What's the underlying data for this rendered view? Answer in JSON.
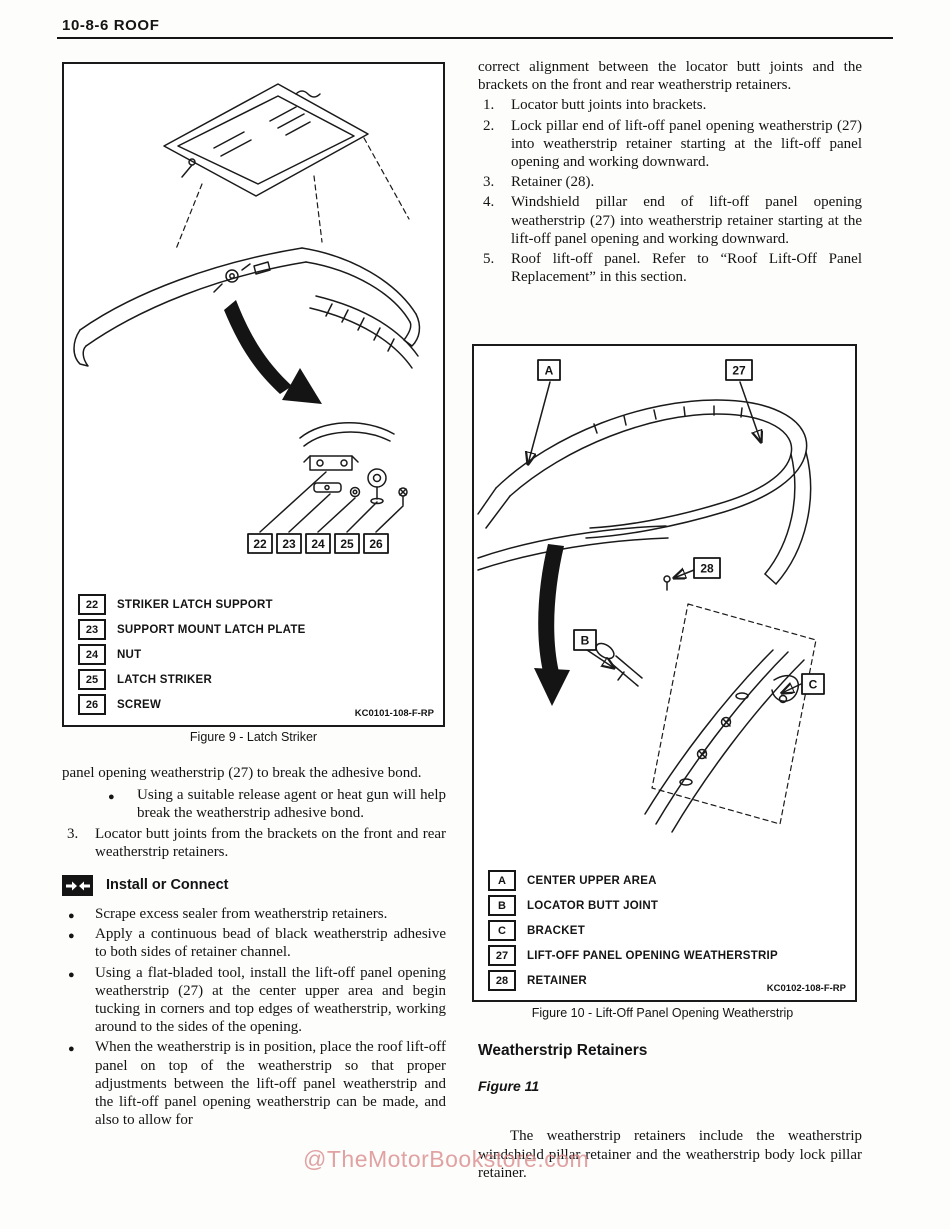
{
  "page": {
    "header": "10-8-6  ROOF",
    "watermark": "@TheMotorBookstore.com"
  },
  "markers": {
    "bullet": "●"
  },
  "figure9": {
    "callouts": [
      "22",
      "23",
      "24",
      "25",
      "26"
    ],
    "legend": [
      {
        "num": "22",
        "label": "STRIKER LATCH SUPPORT"
      },
      {
        "num": "23",
        "label": "SUPPORT MOUNT LATCH PLATE"
      },
      {
        "num": "24",
        "label": "NUT"
      },
      {
        "num": "25",
        "label": "LATCH STRIKER"
      },
      {
        "num": "26",
        "label": "SCREW"
      }
    ],
    "code": "KC0101-108-F-RP",
    "caption": "Figure 9 - Latch Striker"
  },
  "figure10": {
    "callouts": [
      "A",
      "27",
      "28",
      "B",
      "C"
    ],
    "legend": [
      {
        "num": "A",
        "label": "CENTER UPPER AREA"
      },
      {
        "num": "B",
        "label": "LOCATOR BUTT JOINT"
      },
      {
        "num": "C",
        "label": "BRACKET"
      },
      {
        "num": "27",
        "label": "LIFT-OFF PANEL OPENING WEATHERSTRIP"
      },
      {
        "num": "28",
        "label": "RETAINER"
      }
    ],
    "code": "KC0102-108-F-RP",
    "caption": "Figure 10 - Lift-Off Panel Opening Weatherstrip"
  },
  "right_column": {
    "intro": "correct alignment between the locator butt joints and the brackets on the front and rear weatherstrip retainers.",
    "numbered": [
      {
        "num": "1.",
        "text": "Locator butt joints into brackets."
      },
      {
        "num": "2.",
        "text": "Lock pillar end of lift-off panel opening weatherstrip (27) into weatherstrip retainer starting at the lift-off panel opening and working downward."
      },
      {
        "num": "3.",
        "text": "Retainer (28)."
      },
      {
        "num": "4.",
        "text": "Windshield pillar end of lift-off panel opening weatherstrip (27) into weatherstrip retainer starting at the lift-off panel opening and working downward."
      },
      {
        "num": "5.",
        "text": "Roof lift-off panel. Refer to “Roof Lift-Off Panel Replacement” in this section."
      }
    ]
  },
  "left_column": {
    "para1": "panel opening weatherstrip (27) to break the adhesive bond.",
    "bullet1": "Using a suitable release agent or heat gun will help break the weatherstrip adhesive bond.",
    "item3_num": "3.",
    "item3": "Locator butt joints from the brackets on the front and rear weatherstrip retainers.",
    "install_heading": "Install or Connect",
    "bullets": [
      "Scrape excess sealer from weatherstrip retainers.",
      "Apply a continuous bead of black weatherstrip adhesive to both sides of retainer channel.",
      "Using a flat-bladed tool, install the lift-off panel opening weatherstrip (27) at the center upper area and begin tucking in corners and top edges of weatherstrip, working around to the sides of the opening.",
      "When the weatherstrip is in position, place the roof lift-off panel on top of the weatherstrip so that proper adjustments between the lift-off panel weatherstrip and the lift-off panel opening weatherstrip can be made, and also to allow for"
    ]
  },
  "bottom_right": {
    "heading": "Weatherstrip Retainers",
    "fig_label": "Figure 11",
    "para": "The weatherstrip retainers include the weatherstrip windshield pillar retainer and the weatherstrip body lock pillar retainer."
  }
}
